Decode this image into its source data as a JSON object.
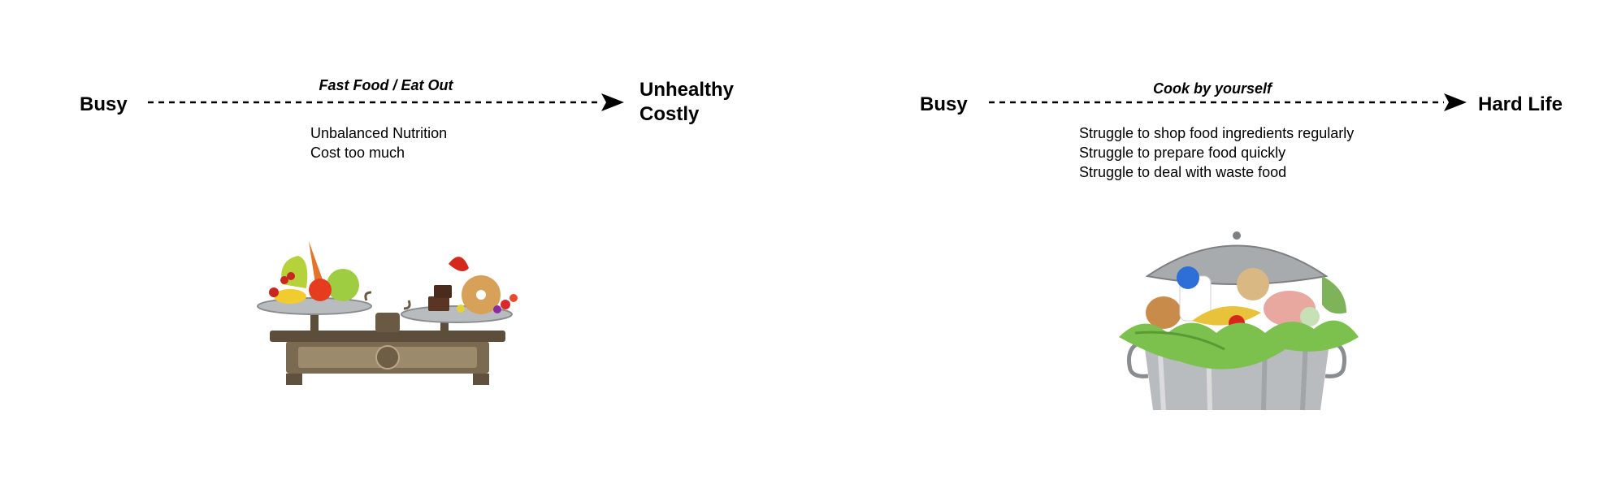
{
  "diagrams": [
    {
      "start": "Busy",
      "path_label": "Fast Food / Eat Out",
      "end": [
        "Unhealthy",
        "Costly"
      ],
      "notes": [
        "Unbalanced Nutrition",
        "Cost too much"
      ],
      "illustration": "balance-scale-healthy-vs-junk-food-icon"
    },
    {
      "start": "Busy",
      "path_label": "Cook by yourself",
      "end": [
        "Hard Life"
      ],
      "notes": [
        "Struggle to shop food ingredients regularly",
        "Struggle to prepare food quickly",
        "Struggle to deal with waste food"
      ],
      "illustration": "trash-can-with-food-waste-icon"
    }
  ],
  "colors": {
    "text": "#000000",
    "arrow": "#000000",
    "background": "#ffffff"
  }
}
